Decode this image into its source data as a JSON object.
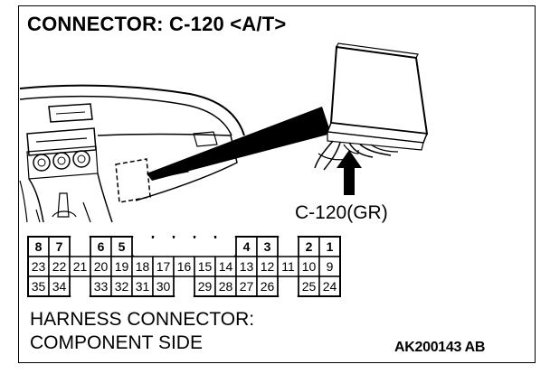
{
  "title": "CONNECTOR: C-120 <A/T>",
  "connector_label": "C-120(GR)",
  "footer": {
    "line1": "HARNESS CONNECTOR:",
    "line2": "COMPONENT SIDE"
  },
  "figure_code": "AK200143 AB",
  "pins": {
    "row1": [
      "8",
      "7",
      "6",
      "5",
      "4",
      "3",
      "2",
      "1"
    ],
    "row2": [
      "23",
      "22",
      "21",
      "20",
      "19",
      "18",
      "17",
      "16",
      "15",
      "14",
      "13",
      "12",
      "11",
      "10",
      "9"
    ],
    "row3": [
      "35",
      "34",
      "33",
      "32",
      "31",
      "30",
      "29",
      "28",
      "27",
      "26",
      "25",
      "24"
    ]
  }
}
